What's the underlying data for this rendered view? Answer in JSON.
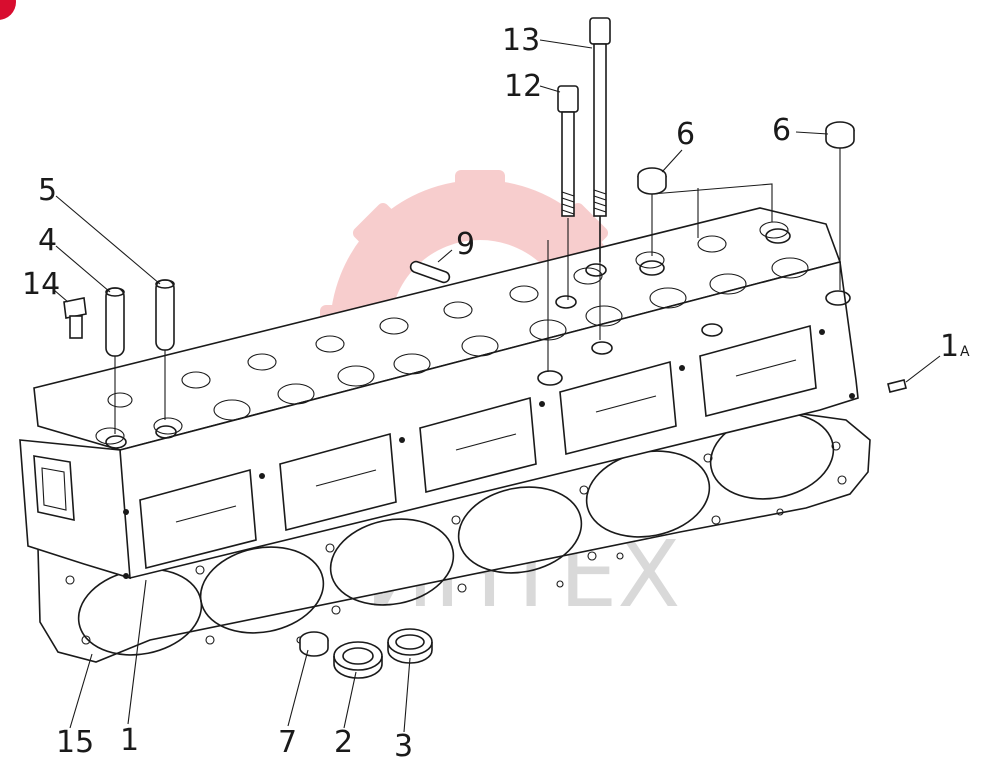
{
  "diagram": {
    "watermark": {
      "brand": "ИНТЕХ",
      "gear_color": "#f2a6a6",
      "text_color": "#d9d9d9"
    },
    "corner_marker_color": "#d80d2f",
    "callouts": [
      {
        "id": "13",
        "label": "13",
        "part": "long-head-bolt"
      },
      {
        "id": "12",
        "label": "12",
        "part": "short-head-bolt"
      },
      {
        "id": "6a",
        "label": "6",
        "part": "plug"
      },
      {
        "id": "6b",
        "label": "6",
        "part": "plug"
      },
      {
        "id": "5",
        "label": "5",
        "part": "dowel-sleeve"
      },
      {
        "id": "4",
        "label": "4",
        "part": "dowel-sleeve"
      },
      {
        "id": "14",
        "label": "14",
        "part": "bolt"
      },
      {
        "id": "9",
        "label": "9",
        "part": "dowel-pin"
      },
      {
        "id": "1a",
        "label": "1",
        "suffix": "A",
        "part": "small-plug"
      },
      {
        "id": "15",
        "label": "15",
        "part": "head-gasket"
      },
      {
        "id": "1",
        "label": "1",
        "part": "cylinder-head"
      },
      {
        "id": "7",
        "label": "7",
        "part": "plug"
      },
      {
        "id": "2",
        "label": "2",
        "part": "ring"
      },
      {
        "id": "3",
        "label": "3",
        "part": "ring"
      }
    ]
  }
}
